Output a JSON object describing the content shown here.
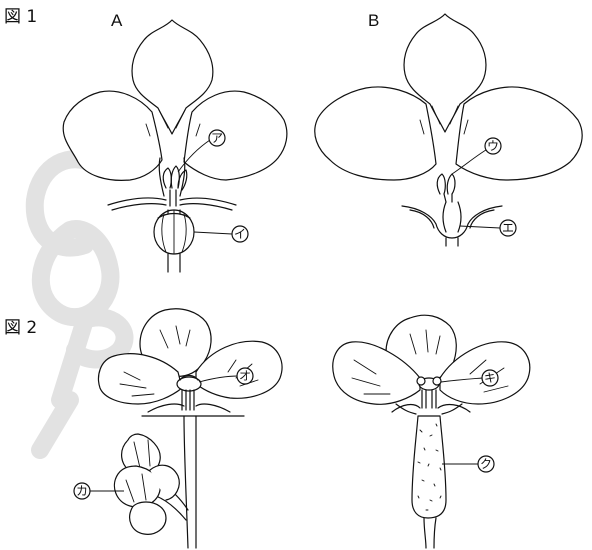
{
  "figure1": {
    "title": "図 1",
    "label_a": "A",
    "label_b": "B"
  },
  "figure2": {
    "title": "図 2"
  },
  "watermark": "COPY",
  "markers": {
    "a": "ア",
    "i": "イ",
    "u": "ウ",
    "e": "エ",
    "o": "オ",
    "ka": "カ",
    "ki": "キ",
    "ku": "ク"
  }
}
